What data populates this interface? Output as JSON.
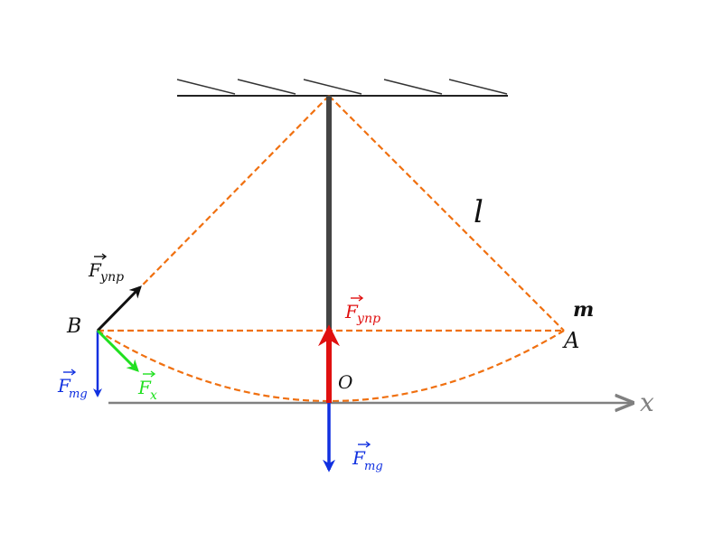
{
  "labels": {
    "length": "l",
    "mass": "m",
    "point_a": "A",
    "point_b": "B",
    "point_o": "O",
    "axis_x": "x",
    "force_symbol": "F",
    "tension_sub": "упр",
    "gravity_sub": "mg",
    "x_sub": "x"
  },
  "colors": {
    "ceiling": "#222222",
    "rod": "#444444",
    "dashed": "#f07010",
    "axis": "#808080",
    "tension_center": "#e01010",
    "tension_side": "#111111",
    "gravity": "#1030e0",
    "restoring": "#20e020"
  }
}
